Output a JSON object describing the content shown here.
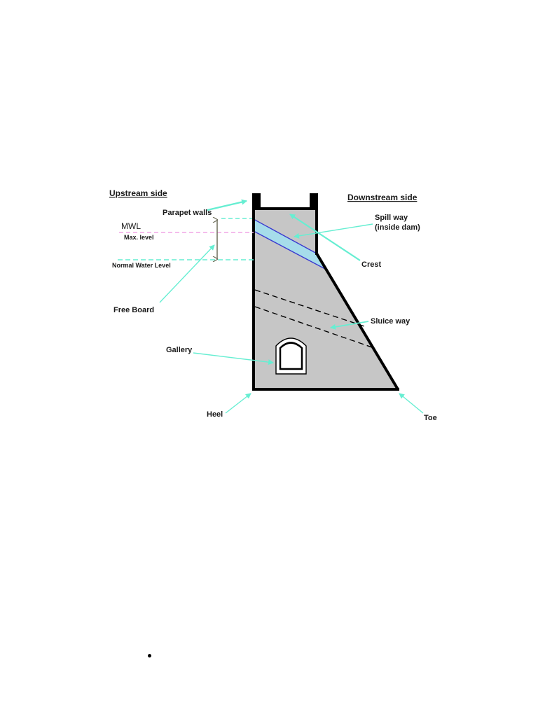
{
  "diagram": {
    "headings": {
      "upstream": "Upstream side",
      "downstream": "Downstream side"
    },
    "labels": {
      "parapet_walls": "Parapet walls",
      "mwl": "MWL",
      "max_level": "Max. level",
      "normal_water_level": "Normal Water Level",
      "free_board": "Free Board",
      "gallery": "Gallery",
      "heel": "Heel",
      "spill_way_line1": "Spill way",
      "spill_way_line2": "(inside dam)",
      "crest": "Crest",
      "sluice_way": "Sluice way",
      "toe": "Toe"
    },
    "colors": {
      "dam_body": "#c6c6c6",
      "outline": "#000000",
      "arrow": "#66eed2",
      "spillway_fill": "#a6dcea",
      "spillway_edge": "#3a3ad0",
      "max_level_line": "#f0a6e6",
      "normal_level_line": "#66eed2",
      "freeboard_arrow": "#6e6e5a"
    }
  }
}
